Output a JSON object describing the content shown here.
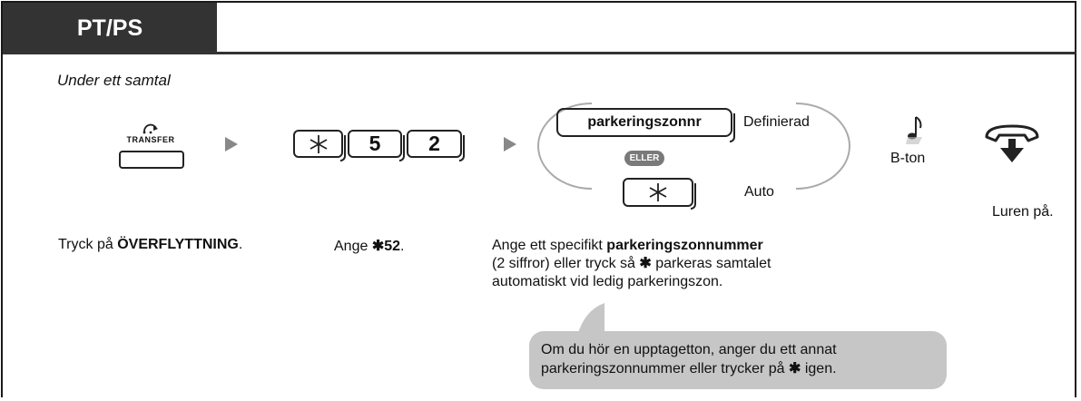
{
  "header": {
    "title": "PT/PS"
  },
  "subtitle": "Under ett samtal",
  "step1": {
    "button_caption": "TRANSFER",
    "instruction_prefix": "Tryck på ",
    "instruction_bold": "ÖVERFLYTTNING",
    "instruction_suffix": "."
  },
  "step2": {
    "keys": [
      "5",
      "2"
    ],
    "instruction_prefix": "Ange ",
    "instruction_bold": "52",
    "instruction_suffix": "."
  },
  "step3": {
    "zone_button": "parkeringszonnr",
    "zone_option_label": "Definierad",
    "or_badge": "ELLER",
    "auto_option_label": "Auto",
    "instruction_line1_prefix": "Ange ett specifikt ",
    "instruction_line1_bold": "parkeringszonnummer",
    "instruction_line2_a": "(2 siffror) eller tryck så ",
    "instruction_line2_b": " parkeras samtalet",
    "instruction_line3": "automatiskt vid ledig parkeringszon."
  },
  "step4": {
    "label": "B-ton"
  },
  "step5": {
    "label": "Luren på."
  },
  "note": {
    "line1": "Om du hör en upptagetton, anger du ett annat",
    "line2_a": "parkeringszonnummer eller trycker på ",
    "line2_b": " igen."
  }
}
